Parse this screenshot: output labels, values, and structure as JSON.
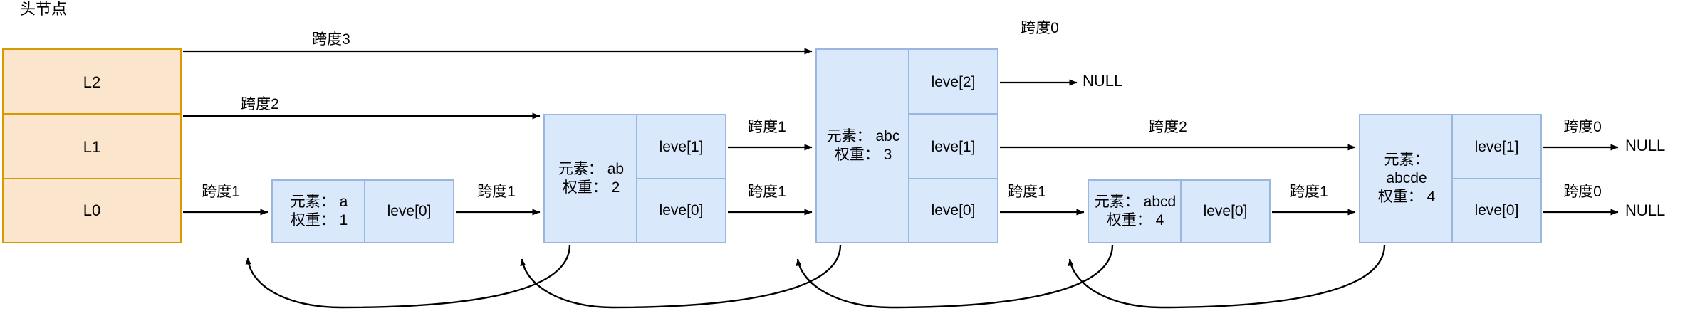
{
  "diagram": {
    "title": "头节点",
    "null_label": "NULL",
    "head_node": {
      "name": "head-node",
      "levels": [
        "L2",
        "L1",
        "L0"
      ],
      "fill": "#fce5cd",
      "stroke": "#d79b00"
    },
    "node_fill": "#dae8fc",
    "node_stroke": "#9ab7e0",
    "nodes": [
      {
        "id": "a",
        "element_label": "元素： a",
        "weight_label": "权重： 1",
        "element": "a",
        "weight": "1",
        "levels": [
          "leve[0]"
        ]
      },
      {
        "id": "ab",
        "element_label": "元素： ab",
        "weight_label": "权重： 2",
        "element": "ab",
        "weight": "2",
        "levels": [
          "leve[1]",
          "leve[0]"
        ]
      },
      {
        "id": "abc",
        "element_label": "元素： abc",
        "weight_label": "权重： 3",
        "element": "abc",
        "weight": "3",
        "levels": [
          "leve[2]",
          "leve[1]",
          "leve[0]"
        ]
      },
      {
        "id": "abcd",
        "element_label": "元素： abcd",
        "weight_label": "权重： 4",
        "element": "abcd",
        "weight": "4",
        "levels": [
          "leve[0]"
        ]
      },
      {
        "id": "abcde",
        "element_label": "元素：",
        "element_label2": "abcde",
        "weight_label": "权重： 4",
        "element": "abcde",
        "weight": "4",
        "levels": [
          "leve[1]",
          "leve[0]"
        ]
      }
    ],
    "spans": {
      "head_l2_to_abc": "跨度3",
      "head_l1_to_ab": "跨度2",
      "head_l0_to_a": "跨度1",
      "a_l0_to_ab": "跨度1",
      "ab_l1_to_abc": "跨度1",
      "ab_l0_to_abc": "跨度1",
      "abc_l2_to_null": "跨度0",
      "abc_l1_to_abcde": "跨度2",
      "abc_l0_to_abcd": "跨度1",
      "abcd_l0_to_abcde": "跨度1",
      "abcde_l1_to_null": "跨度0",
      "abcde_l0_to_null": "跨度0"
    },
    "nulls": {
      "top": "NULL",
      "mid": "NULL",
      "bottom": "NULL"
    }
  }
}
